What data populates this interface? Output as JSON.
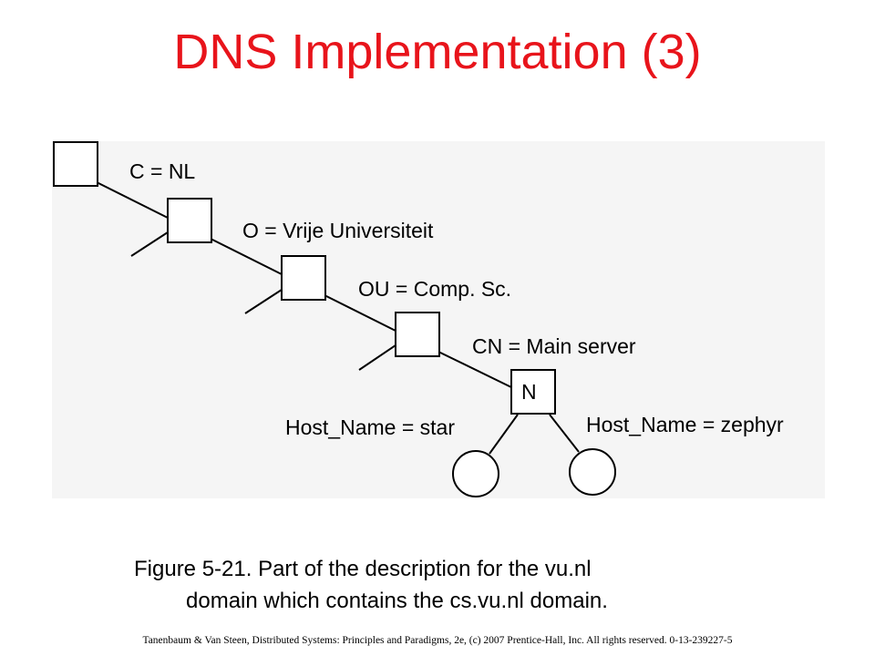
{
  "slide": {
    "title": "DNS Implementation (3)",
    "caption_line1": "Figure 5-21. Part of the description for the vu.nl",
    "caption_line2": "domain which contains the cs.vu.nl domain.",
    "footer": "Tanenbaum & Van Steen, Distributed Systems: Principles and Paradigms, 2e, (c) 2007 Prentice-Hall, Inc. All rights reserved. 0-13-239227-5"
  },
  "diagram": {
    "labels": {
      "c": "C = NL",
      "o": "O = Vrije Universiteit",
      "ou": "OU = Comp. Sc.",
      "cn": "CN = Main server",
      "n": "N",
      "host_star": "Host_Name = star",
      "host_zephyr": "Host_Name = zephyr"
    },
    "colors": {
      "title": "#e8141b",
      "figure_background": "#f5f5f5",
      "lines": "#000000"
    }
  }
}
